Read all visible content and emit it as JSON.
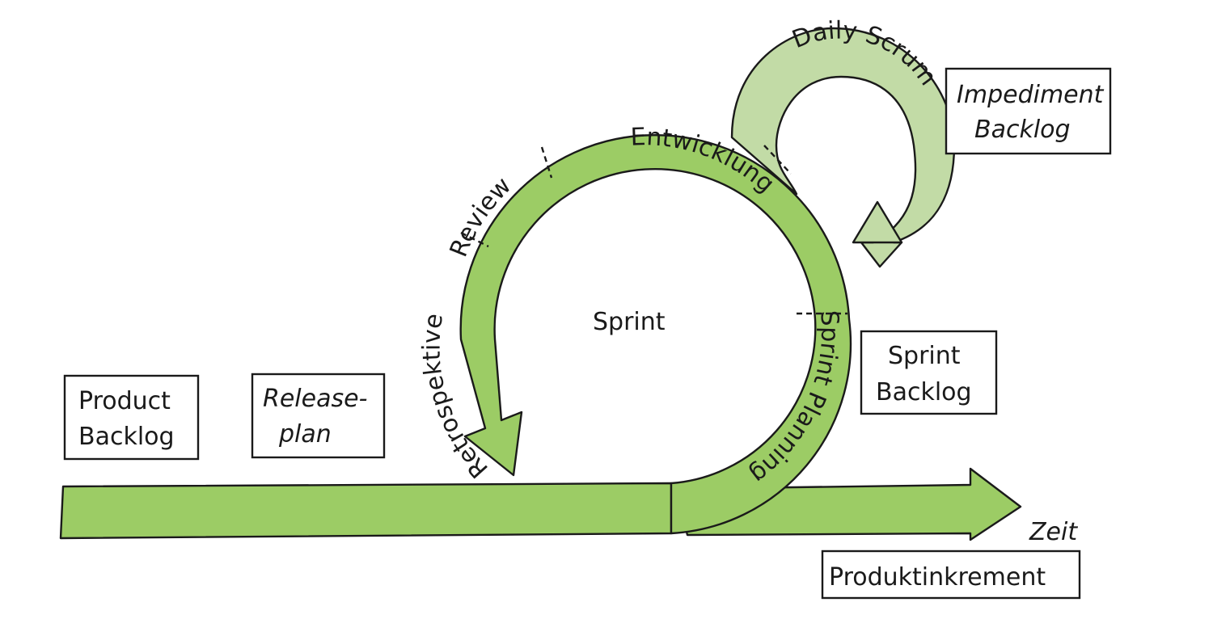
{
  "diagram": {
    "title": "Scrum-Prozess",
    "center_label": "Sprint",
    "cycle_phases": {
      "entwicklung": "Entwicklung",
      "review": "Review",
      "retrospektive": "Retrospektive",
      "sprint_planning": "Sprint Planning"
    },
    "daily_loop_label": "Daily Scrum",
    "timeline_label": "Zeit",
    "artifacts": {
      "product_backlog": [
        "Product",
        "Backlog"
      ],
      "releaseplan": [
        "Release-",
        "plan"
      ],
      "sprint_backlog": [
        "Sprint",
        "Backlog"
      ],
      "impediment_backlog": [
        "Impediment",
        "Backlog"
      ],
      "produktinkrement": "Produktinkrement"
    },
    "colors": {
      "main_band": "#9ccc65",
      "daily_band": "#c2dba6",
      "outline": "#1a1a1a"
    }
  }
}
